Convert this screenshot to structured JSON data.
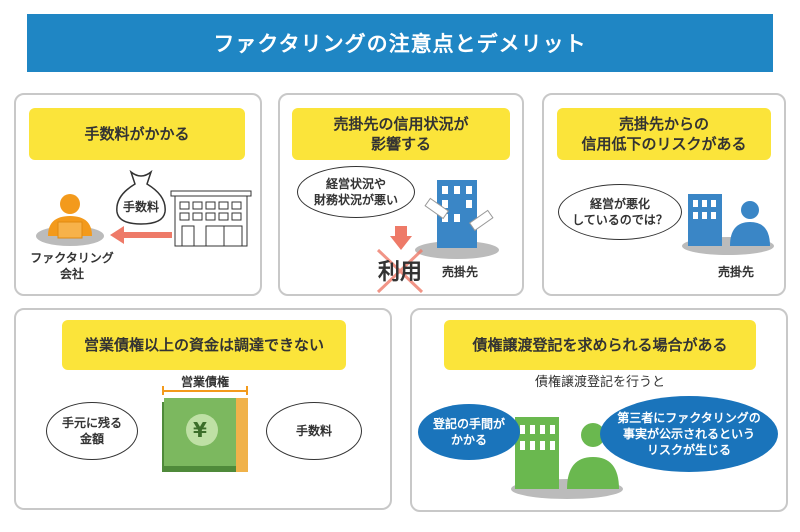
{
  "title": "ファクタリングの注意点とデメリット",
  "panels": [
    {
      "label": "手数料がかかる",
      "bag": "手数料",
      "company": "ファクタリング\n会社"
    },
    {
      "label": "売掛先の信用状況が\n影響する",
      "bubble": "経営状況や\n財務状況が悪い",
      "usage": "利用",
      "client": "売掛先"
    },
    {
      "label": "売掛先からの\n信用低下のリスクがある",
      "bubble": "経営が悪化\nしているのでは？",
      "client": "売掛先"
    },
    {
      "label": "営業債権以上の資金は調達できない",
      "bracket": "営業債権",
      "left_bubble": "手元に残る\n金額",
      "right_bubble": "手数料",
      "yen": "¥"
    },
    {
      "label": "債権譲渡登記を求められる場合がある",
      "subtitle": "債権譲渡登記を行うと",
      "left_bubble": "登記の手間が\nかかる",
      "right_bubble": "第三者にファクタリングの\n事実が公示されるという\nリスクが生じる"
    }
  ],
  "colors": {
    "title": "#1f86c4",
    "label": "#fbe43a",
    "building": "#3a86c6",
    "green": "#6ab84f",
    "arrow": "#ee7a68",
    "person": "#f39a1c"
  }
}
